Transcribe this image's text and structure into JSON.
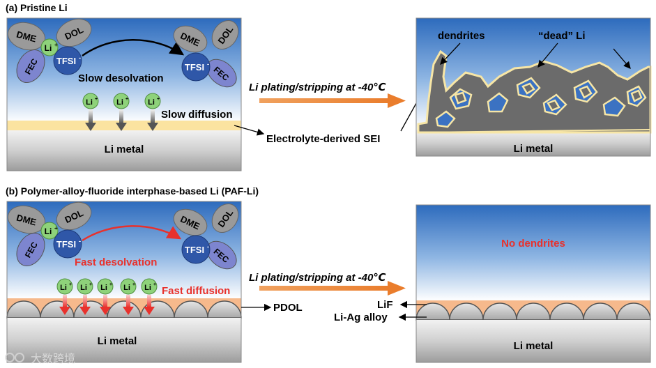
{
  "panel_a": {
    "title": "(a) Pristine Li",
    "molecules": {
      "dme": "DME",
      "dol": "DOL",
      "fec": "FEC",
      "li": "Li",
      "li_sup": "+",
      "tfsi": "TFSI",
      "tfsi_sup": "-"
    },
    "left": {
      "desolvation_label": "Slow desolvation",
      "diffusion_label": "Slow diffusion",
      "metal_label": "Li metal",
      "sei_label": "Electrolyte-derived SEI"
    },
    "arrow_label": "Li plating/stripping at -40℃",
    "right": {
      "dendrites_label": "dendrites",
      "dead_li_label": "“dead” Li",
      "metal_label": "Li metal"
    }
  },
  "panel_b": {
    "title": "(b) Polymer-alloy-fluoride interphase-based Li (PAF-Li)",
    "left": {
      "desolvation_label": "Fast desolvation",
      "diffusion_label": "Fast diffusion",
      "metal_label": "Li metal",
      "pdol_label": "PDOL"
    },
    "arrow_label": "Li plating/stripping at -40℃",
    "right": {
      "no_dendrites_label": "No dendrites",
      "lif_label": "LiF",
      "alloy_label": "Li-Ag alloy",
      "metal_label": "Li metal"
    }
  },
  "watermark": "大数跨境",
  "colors": {
    "electrolyte_top": "#2f6fbf",
    "electrolyte_bottom": "#ffffff",
    "sei": "#fbe3a0",
    "paf_layer": "#f6b98c",
    "arrow_orange": "#ee8a3a",
    "fast_red": "#e8312c",
    "li_ion_green": "#8ed27a",
    "tfsi_blue": "#2f57a8",
    "solvent_gray": "#9a9a9a",
    "fec_blue": "#7d85cf",
    "dendrite_gray": "#666666",
    "dendrite_outline": "#f7e6a6"
  }
}
